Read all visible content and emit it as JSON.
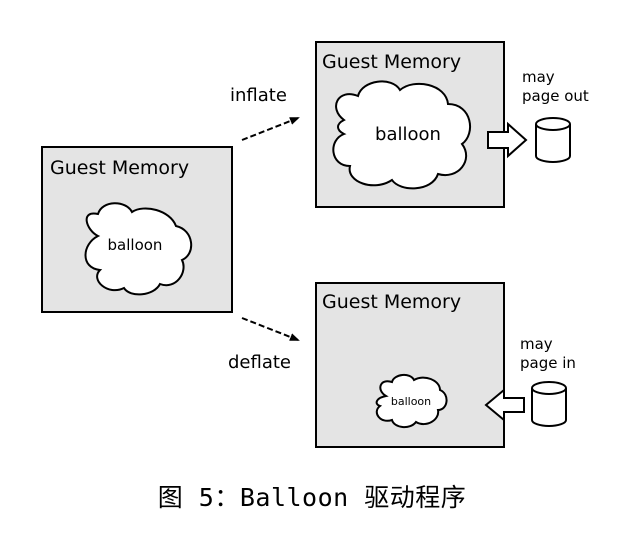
{
  "boxes": {
    "left": {
      "title": "Guest Memory",
      "balloon": "balloon"
    },
    "top_right": {
      "title": "Guest Memory",
      "balloon": "balloon"
    },
    "bottom_right": {
      "title": "Guest Memory",
      "balloon": "balloon"
    }
  },
  "arrows": {
    "inflate": "inflate",
    "deflate": "deflate"
  },
  "disk_labels": {
    "page_out_line1": "may",
    "page_out_line2": "page out",
    "page_in_line1": "may",
    "page_in_line2": "page in"
  },
  "caption": "图 5：Balloon 驱动程序",
  "colors": {
    "box_fill": "#e4e4e4",
    "stroke": "#000000",
    "balloon_fill": "#ffffff"
  }
}
